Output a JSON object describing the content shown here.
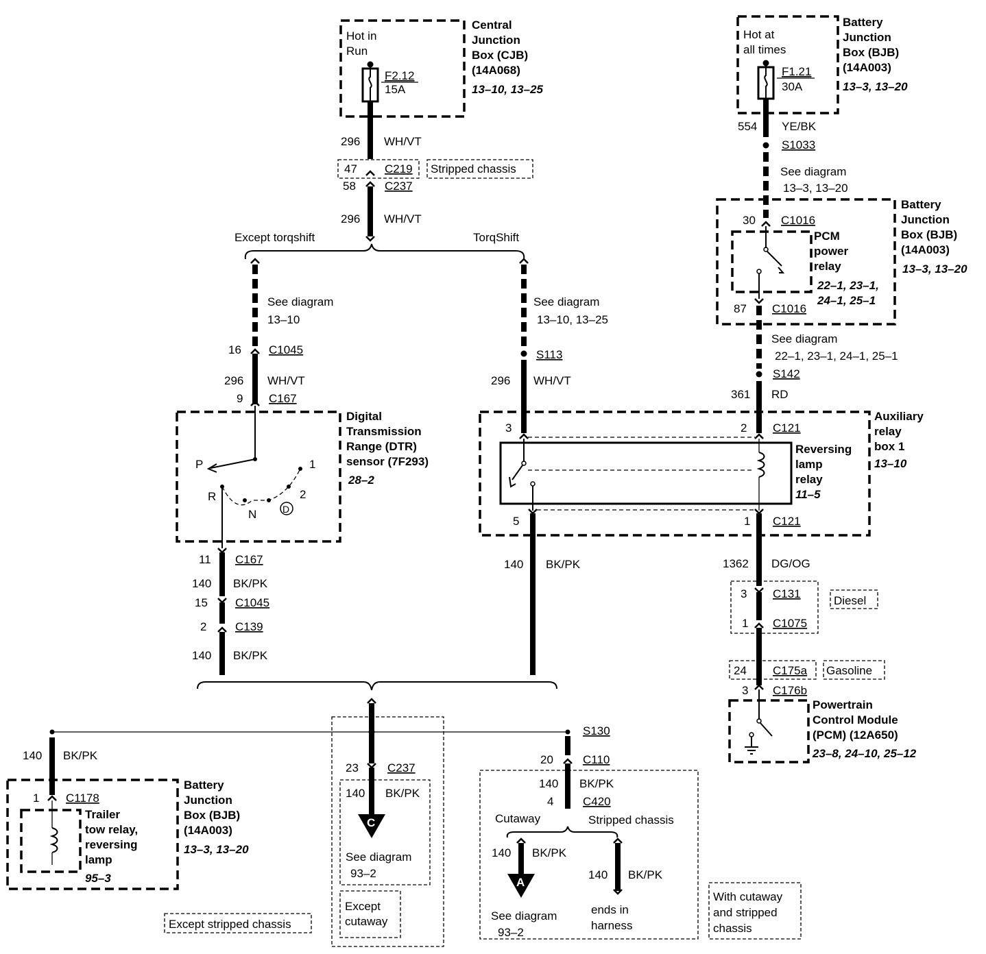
{
  "cjb": {
    "hot": [
      "Hot in",
      "Run"
    ],
    "fuse": "F2.12",
    "amp": "15A",
    "title": [
      "Central",
      "Junction",
      "Box (CJB)",
      "(14A068)"
    ],
    "ref": "13–10, 13–25"
  },
  "bjb_top": {
    "hot": [
      "Hot at",
      "all times"
    ],
    "fuse": "F1.21",
    "amp": "30A",
    "title": [
      "Battery",
      "Junction",
      "Box (BJB)",
      "(14A003)"
    ],
    "ref": "13–3, 13–20"
  },
  "wire_labels": {
    "c296_a": "296",
    "wh_vt_a": "WH/VT",
    "c47": "47",
    "c219": "C219",
    "stripped_chassis": "Stripped chassis",
    "c58": "58",
    "c237": "C237",
    "c296_b": "296",
    "wh_vt_b": "WH/VT",
    "except_torq": "Except torqshift",
    "torqshift": "TorqShift",
    "see_a": "See diagram",
    "see_a_ref": "13–10",
    "see_b": "See diagram",
    "see_b_ref": "13–10, 13–25",
    "p16": "16",
    "c1045_a": "C1045",
    "c296_c": "296",
    "wh_vt_c": "WH/VT",
    "p9": "9",
    "c167_a": "C167",
    "s113": "S113",
    "c296_d": "296",
    "wh_vt_d": "WH/VT",
    "c554": "554",
    "ye_bk": "YE/BK",
    "s1033": "S1033",
    "see_c": "See diagram",
    "see_c_ref": "13–3, 13–20",
    "p30": "30",
    "c1016_a": "C1016",
    "p87": "87",
    "c1016_b": "C1016",
    "see_d": "See diagram",
    "see_d_ref": "22–1, 23–1, 24–1, 25–1",
    "s142": "S142",
    "c361": "361",
    "rd": "RD"
  },
  "pcm_relay": {
    "title": [
      "PCM",
      "power",
      "relay"
    ],
    "ref": [
      "22–1, 23–1,",
      "24–1, 25–1"
    ],
    "box_title": [
      "Battery",
      "Junction",
      "Box (BJB)",
      "(14A003)"
    ],
    "box_ref": "13–3, 13–20"
  },
  "dtr": {
    "title": [
      "Digital",
      "Transmission",
      "Range (DTR)",
      "sensor (7F293)"
    ],
    "ref": "28–2",
    "p": "P",
    "r": "R",
    "n": "N",
    "d": "D",
    "one": "1",
    "two": "2"
  },
  "aux": {
    "title": [
      "Auxiliary",
      "relay",
      "box 1"
    ],
    "ref": "13–10",
    "relay": [
      "Reversing",
      "lamp",
      "relay"
    ],
    "relay_ref": "11–5",
    "p3": "3",
    "p2": "2",
    "c121_a": "C121",
    "p5": "5",
    "p1": "1",
    "c121_b": "C121"
  },
  "lower": {
    "p11": "11",
    "c167_b": "C167",
    "c140_a": "140",
    "bk_pk_a": "BK/PK",
    "p15": "15",
    "c1045_b": "C1045",
    "p2": "2",
    "c139": "C139",
    "c140_b": "140",
    "bk_pk_b": "BK/PK",
    "c140_mid": "140",
    "bk_pk_mid": "BK/PK",
    "c1362": "1362",
    "dg_og": "DG/OG",
    "p3": "3",
    "c131": "C131",
    "diesel": "Diesel",
    "p1": "1",
    "c1075": "C1075",
    "p24": "24",
    "c175a": "C175a",
    "gasoline": "Gasoline",
    "p3b": "3",
    "c176b": "C176b"
  },
  "pcm": {
    "title": [
      "Powertrain",
      "Control Module",
      "(PCM) (12A650)"
    ],
    "ref": "23–8, 24–10, 25–12"
  },
  "bottom": {
    "c140_l": "140",
    "bk_pk_l": "BK/PK",
    "p1": "1",
    "c1178": "C1178",
    "trailer": [
      "Trailer",
      "tow relay,",
      "reversing",
      "lamp"
    ],
    "trailer_ref": "95–3",
    "bjb": [
      "Battery",
      "Junction",
      "Box (BJB)",
      "(14A003)"
    ],
    "bjb_ref": "13–3, 13–20",
    "except_stripped": "Except stripped chassis",
    "p23": "23",
    "c237": "C237",
    "c140_c": "140",
    "bk_pk_c": "BK/PK",
    "arrow_c": "C",
    "see_c": "See diagram",
    "see_c_ref": "93–2",
    "except_cutaway": [
      "Except",
      "cutaway"
    ],
    "s130": "S130",
    "p20": "20",
    "c110": "C110",
    "c140_d": "140",
    "bk_pk_d": "BK/PK",
    "p4": "4",
    "c420": "C420",
    "cutaway": "Cutaway",
    "stripped": "Stripped chassis",
    "c140_e": "140",
    "bk_pk_e": "BK/PK",
    "arrow_a": "A",
    "see_a": "See diagram",
    "see_a_ref": "93–2",
    "c140_f": "140",
    "bk_pk_f": "BK/PK",
    "ends": [
      "ends in",
      "harness"
    ],
    "with_cutaway": [
      "With cutaway",
      "and stripped",
      "chassis"
    ]
  }
}
